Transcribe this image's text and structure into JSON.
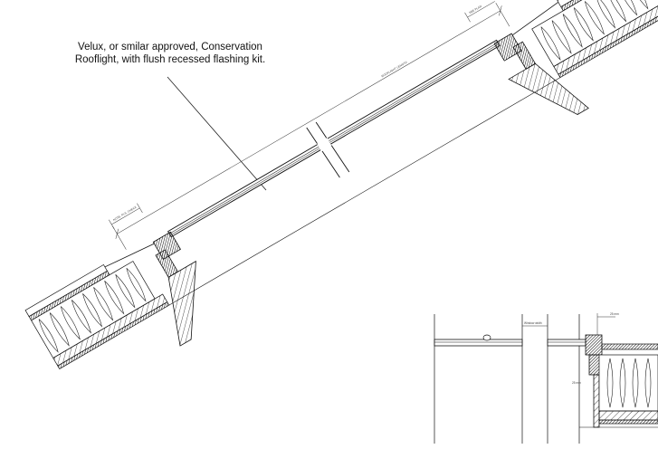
{
  "annotation": {
    "line1": "Velux, or smilar approved, Conservation",
    "line2": "Rooflight, with flush recessed flashing kit."
  },
  "dimensions": {
    "upper_left": "NOTE: PLS. CHECK",
    "upper_right": "SEE PLAN",
    "frame_length": "ROOFLIGHT LENGTH",
    "window_width": "Window width",
    "detail_top": "25 mm",
    "detail_side": "25 mm"
  },
  "colors": {
    "line": "#1a1a1a",
    "hatch": "#333333",
    "fill": "#ffffff"
  }
}
